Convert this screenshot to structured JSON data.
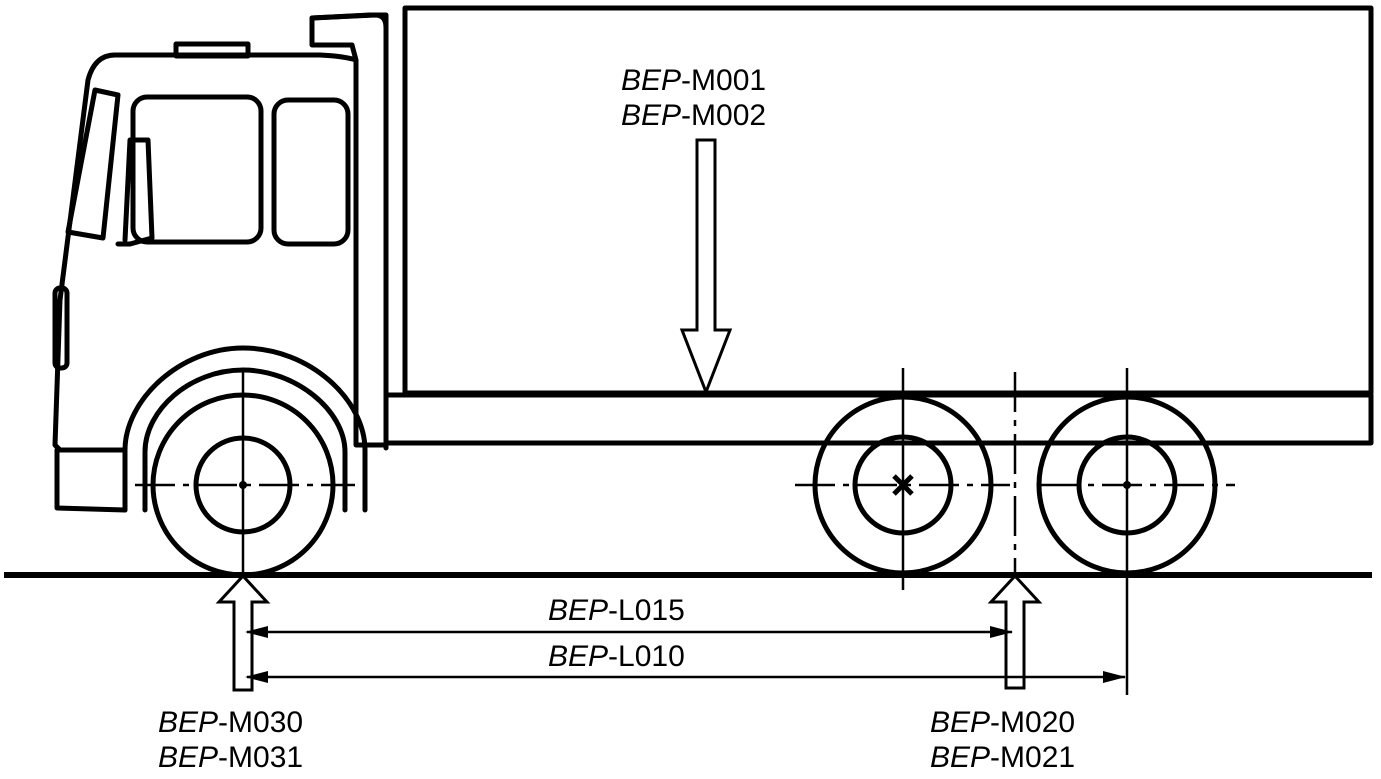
{
  "labels": {
    "m001": {
      "prefix": "BEP",
      "suffix": "-M001"
    },
    "m002": {
      "prefix": "BEP",
      "suffix": "-M002"
    },
    "l015": {
      "prefix": "BEP",
      "suffix": "-L015"
    },
    "l010": {
      "prefix": "BEP",
      "suffix": "-L010"
    },
    "m030": {
      "prefix": "BEP",
      "suffix": "-M030"
    },
    "m031": {
      "prefix": "BEP",
      "suffix": "-M031"
    },
    "m020": {
      "prefix": "BEP",
      "suffix": "-M020"
    },
    "m021": {
      "prefix": "BEP",
      "suffix": "-M021"
    }
  }
}
